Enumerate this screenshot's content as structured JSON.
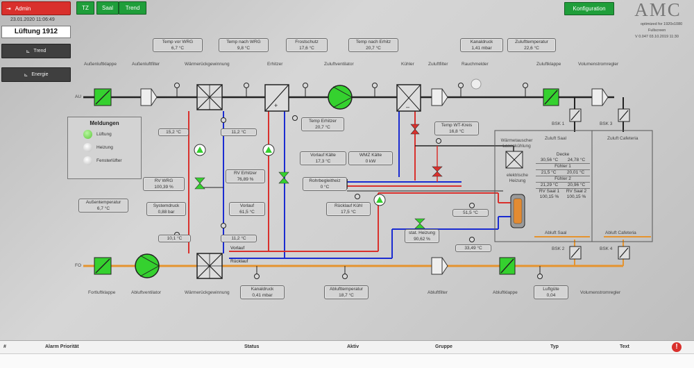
{
  "topbar": {
    "admin_label": "Admin",
    "datetime": "23.01.2020 11:06:49",
    "title": "Lüftung 1912",
    "tabs": [
      "TZ",
      "Saal",
      "Trend"
    ],
    "config_label": "Konfiguration",
    "logo_text": "AMC",
    "optimized": "optimized for 1920x1080",
    "user": "Fullscreen",
    "version": "V 0.047 03.10.2019 11:30"
  },
  "side_buttons": [
    {
      "label": "Trend",
      "icon": "chart-icon"
    },
    {
      "label": "Energie",
      "icon": "chart-icon"
    }
  ],
  "messages": {
    "title": "Meldungen",
    "items": [
      {
        "label": "Lüftung",
        "state": "on"
      },
      {
        "label": "Heizung",
        "state": "off"
      },
      {
        "label": "Fensterlüfter",
        "state": "off"
      }
    ]
  },
  "component_labels": {
    "aussenluftklappe": "Außenluftklappe",
    "aussenluftfilter": "Außenluftfilter",
    "waermerueckgewinnung_top": "Wärmerückgewinnung",
    "erhitzer": "Erhitzer",
    "zuluftventilator": "Zuluftventilator",
    "kuehler": "Kühler",
    "zuluftfilter": "Zuluftfilter",
    "rauchmelder": "Rauchmelder",
    "zuluftklappe": "Zuluftklappe",
    "volumenstromregler_top": "Volumenstromregler",
    "au": "AU",
    "fo": "FO",
    "fortluftklappe": "Fortluftklappe",
    "abluftventilator": "Abluftventilator",
    "waermerueckgewinnung_bottom": "Wärmerückgewinnung",
    "abluftfilter": "Abluftfilter",
    "abluftklappe": "Abluftklappe",
    "volumenstromregler_bottom": "Volumenstromregler",
    "bsk1": "BSK 1",
    "bsk3": "BSK 3",
    "bsk2": "BSK 2",
    "bsk4": "BSK 4",
    "zuluft_saal": "Zuluft Saal",
    "zuluft_cafeteria": "Zuluft Cafeteria",
    "abluft_saal": "Abluft Saal",
    "abluft_cafeteria": "Abluft Cafeteria",
    "waermetauscher": "Wärmetauscher Lasenkühlung",
    "elektrische_heizung": "elektrische Heizung",
    "vorlauf": "Vorlauf",
    "ruecklauf": "Rücklauf"
  },
  "values": {
    "temp_vor_wrg": {
      "label": "Temp vor WRG",
      "value": "6,7 °C"
    },
    "temp_nach_wrg": {
      "label": "Temp nach WRG",
      "value": "9,8 °C"
    },
    "frostschutz": {
      "label": "Frostschutz",
      "value": "17,6 °C"
    },
    "temp_nach_erhitzer": {
      "label": "Temp nach Erhitz",
      "value": "20,7 °C"
    },
    "kanaldruck_top": {
      "label": "Kanaldruck",
      "value": "1,41 mbar"
    },
    "zulufttemperatur": {
      "label": "Zulufttemperatur",
      "value": "22,6 °C"
    },
    "sensor_a": {
      "value": "15,2 °C"
    },
    "sensor_b": {
      "value": "11,2 °C"
    },
    "temp_erhitzer": {
      "label": "Temp Erhitzer",
      "value": "20,7 °C"
    },
    "temp_wt_kreis": {
      "label": "Temp WT-Kreis",
      "value": "16,8 °C"
    },
    "vorlauf_kaelte": {
      "label": "Vorlauf Kälte",
      "value": "17,3 °C"
    },
    "wmz_kaelte": {
      "label": "WMZ Kälte",
      "value": "0 kW"
    },
    "rv_wrg": {
      "label": "RV WRG",
      "value": "100,39 %"
    },
    "rv_erhitzer": {
      "label": "RV Erhitzer",
      "value": "76,89 %"
    },
    "rohrbegleitheiz": {
      "label": "Rohrbegleitheiz",
      "value": "0 °C"
    },
    "aussentemperatur": {
      "label": "Außentemperatur",
      "value": "6,7 °C"
    },
    "systemdruck": {
      "label": "Systemdruck",
      "value": "0,88 bar"
    },
    "vorlauf_val": {
      "label": "Vorlauf",
      "value": "61,5 °C"
    },
    "ruecklauf_kuehl": {
      "label": "Rücklauf Kühl",
      "value": "17,5 °C"
    },
    "sensor_c": {
      "value": "51,5 °C"
    },
    "stat_heizung": {
      "label": "stat. Heizung",
      "value": "90,62 %"
    },
    "sensor_d": {
      "value": "10,1 °C"
    },
    "sensor_e": {
      "value": "11,2 °C"
    },
    "sensor_f": {
      "value": "33,49 °C"
    },
    "kanaldruck_bottom": {
      "label": "Kanaldruck",
      "value": "0,41 mbar"
    },
    "ablufttemperatur": {
      "label": "Ablufttemperatur",
      "value": "18,7 °C"
    },
    "luftguete": {
      "label": "Luftgüte",
      "value": "0,04"
    }
  },
  "saal_table": {
    "header1": "Decke",
    "row1": [
      "30,56 °C",
      "24,78 °C"
    ],
    "header2": "Fühler 1",
    "row2": [
      "21,5 °C",
      "20,01 °C"
    ],
    "header3": "Fühler 2",
    "row3": [
      "21,29 °C",
      "20,96 °C"
    ],
    "header4": [
      "RV Saal 1",
      "RV Saal 2"
    ],
    "row4": [
      "100,15 %",
      "100,15 %"
    ]
  },
  "alarm_table": {
    "columns": [
      "#",
      "Alarm Priorität",
      "Status",
      "Aktiv",
      "Gruppe",
      "Typ",
      "Text"
    ]
  },
  "colors": {
    "supply_red": "#d9302c",
    "return_blue": "#1a2bd1",
    "exhaust_orange": "#e5932e",
    "device_green": "#35d12f",
    "alarm_red": "#d9302c"
  }
}
